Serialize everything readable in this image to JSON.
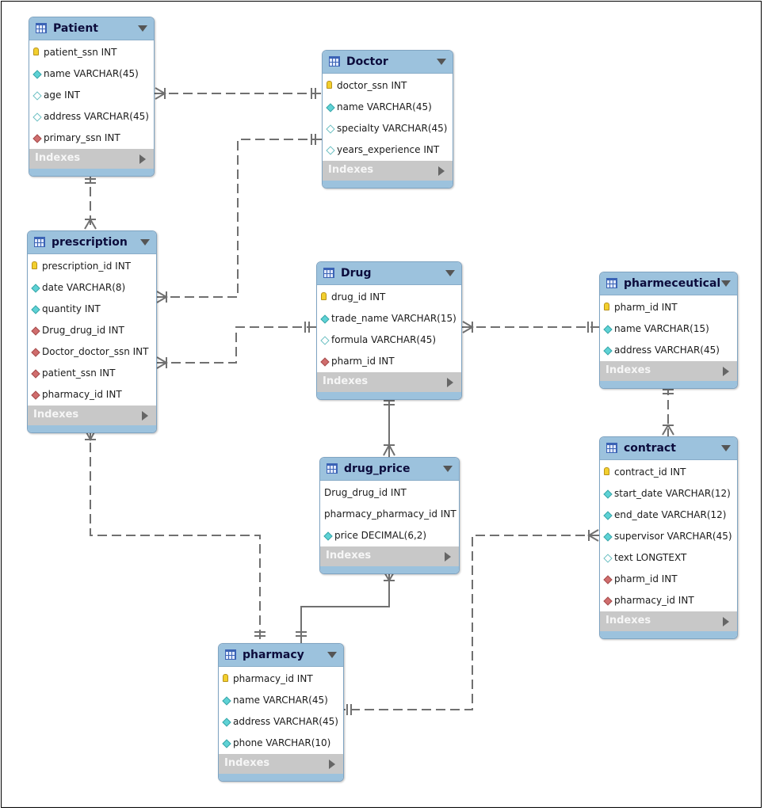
{
  "tables": {
    "patient": {
      "title": "Patient",
      "indexes": "Indexes",
      "columns": [
        {
          "text": "patient_ssn INT",
          "icon": "pk"
        },
        {
          "text": "name VARCHAR(45)",
          "icon": "nn"
        },
        {
          "text": "age INT",
          "icon": "nul"
        },
        {
          "text": "address VARCHAR(45)",
          "icon": "nul"
        },
        {
          "text": "primary_ssn INT",
          "icon": "fk"
        }
      ]
    },
    "doctor": {
      "title": "Doctor",
      "indexes": "Indexes",
      "columns": [
        {
          "text": "doctor_ssn INT",
          "icon": "pk"
        },
        {
          "text": "name VARCHAR(45)",
          "icon": "nn"
        },
        {
          "text": "specialty VARCHAR(45)",
          "icon": "nul"
        },
        {
          "text": "years_experience INT",
          "icon": "nul"
        }
      ]
    },
    "prescription": {
      "title": "prescription",
      "indexes": "Indexes",
      "columns": [
        {
          "text": "prescription_id INT",
          "icon": "pk"
        },
        {
          "text": "date VARCHAR(8)",
          "icon": "nn"
        },
        {
          "text": "quantity INT",
          "icon": "nn"
        },
        {
          "text": "Drug_drug_id INT",
          "icon": "fk"
        },
        {
          "text": "Doctor_doctor_ssn INT",
          "icon": "fk"
        },
        {
          "text": "patient_ssn INT",
          "icon": "fk"
        },
        {
          "text": "pharmacy_id INT",
          "icon": "fk"
        }
      ]
    },
    "drug": {
      "title": "Drug",
      "indexes": "Indexes",
      "columns": [
        {
          "text": "drug_id INT",
          "icon": "pk"
        },
        {
          "text": "trade_name VARCHAR(15)",
          "icon": "nn"
        },
        {
          "text": "formula VARCHAR(45)",
          "icon": "nul"
        },
        {
          "text": "pharm_id INT",
          "icon": "fk"
        }
      ]
    },
    "pharmeceutical": {
      "title": "pharmeceutical",
      "indexes": "Indexes",
      "columns": [
        {
          "text": "pharm_id INT",
          "icon": "pk"
        },
        {
          "text": "name VARCHAR(15)",
          "icon": "nn"
        },
        {
          "text": "address VARCHAR(45)",
          "icon": "nn"
        }
      ]
    },
    "drug_price": {
      "title": "drug_price",
      "indexes": "Indexes",
      "columns": [
        {
          "text": "Drug_drug_id INT",
          "icon": "none"
        },
        {
          "text": "pharmacy_pharmacy_id INT",
          "icon": "none"
        },
        {
          "text": "price DECIMAL(6,2)",
          "icon": "nn"
        }
      ]
    },
    "contract": {
      "title": "contract",
      "indexes": "Indexes",
      "columns": [
        {
          "text": "contract_id INT",
          "icon": "pk"
        },
        {
          "text": "start_date VARCHAR(12)",
          "icon": "nn"
        },
        {
          "text": "end_date VARCHAR(12)",
          "icon": "nn"
        },
        {
          "text": "supervisor VARCHAR(45)",
          "icon": "nn"
        },
        {
          "text": "text LONGTEXT",
          "icon": "nul"
        },
        {
          "text": "pharm_id INT",
          "icon": "fk"
        },
        {
          "text": "pharmacy_id INT",
          "icon": "fk"
        }
      ]
    },
    "pharmacy": {
      "title": "pharmacy",
      "indexes": "Indexes",
      "columns": [
        {
          "text": "pharmacy_id INT",
          "icon": "pk"
        },
        {
          "text": "name VARCHAR(45)",
          "icon": "nn"
        },
        {
          "text": "address VARCHAR(45)",
          "icon": "nn"
        },
        {
          "text": "phone VARCHAR(10)",
          "icon": "nn"
        }
      ]
    }
  },
  "colors": {
    "header": "#9cc2dd",
    "indexes_bar": "#c8c8c8",
    "relationship": "#707070"
  }
}
